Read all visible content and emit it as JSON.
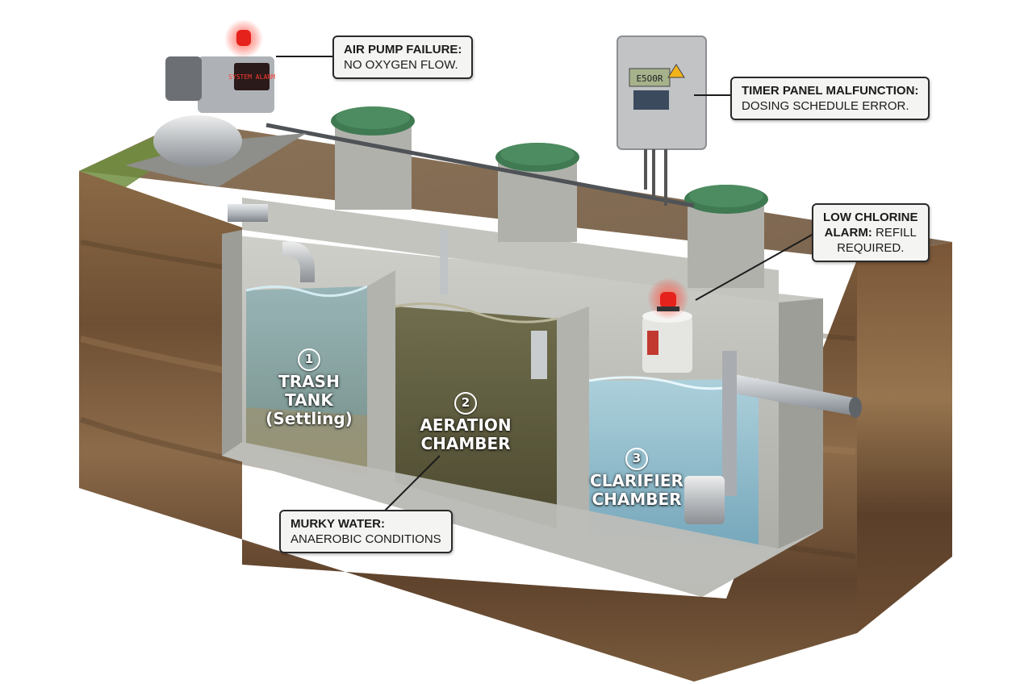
{
  "callouts": {
    "air_pump": {
      "heading": "AIR PUMP FAILURE:",
      "body": "NO OXYGEN FLOW."
    },
    "timer_panel": {
      "heading": "TIMER PANEL MALFUNCTION:",
      "body": "DOSING SCHEDULE ERROR."
    },
    "chlorine": {
      "heading": "LOW CHLORINE",
      "heading2": "ALARM:",
      "body": "REFILL",
      "body2": "REQUIRED."
    },
    "murky": {
      "heading": "MURKY WATER:",
      "body": "ANAEROBIC CONDITIONS"
    }
  },
  "chambers": [
    {
      "number": "1",
      "line1": "TRASH TANK",
      "line2": "(Settling)"
    },
    {
      "number": "2",
      "line1": "AERATION",
      "line2": "CHAMBER"
    },
    {
      "number": "3",
      "line1": "CLARIFIER",
      "line2": "CHAMBER"
    }
  ],
  "devices": {
    "pump_display": "SYSTEM ALARM",
    "timer_display": "E5O0R"
  },
  "colors": {
    "alarm_red": "#e5221b",
    "lid_green": "#3f7a52",
    "concrete": "#b9b9b4",
    "soil": "#7a5a3c",
    "grass": "#6f8d3e",
    "clean_water": "#8fc3d6",
    "murky_water": "#5d5a3a"
  }
}
